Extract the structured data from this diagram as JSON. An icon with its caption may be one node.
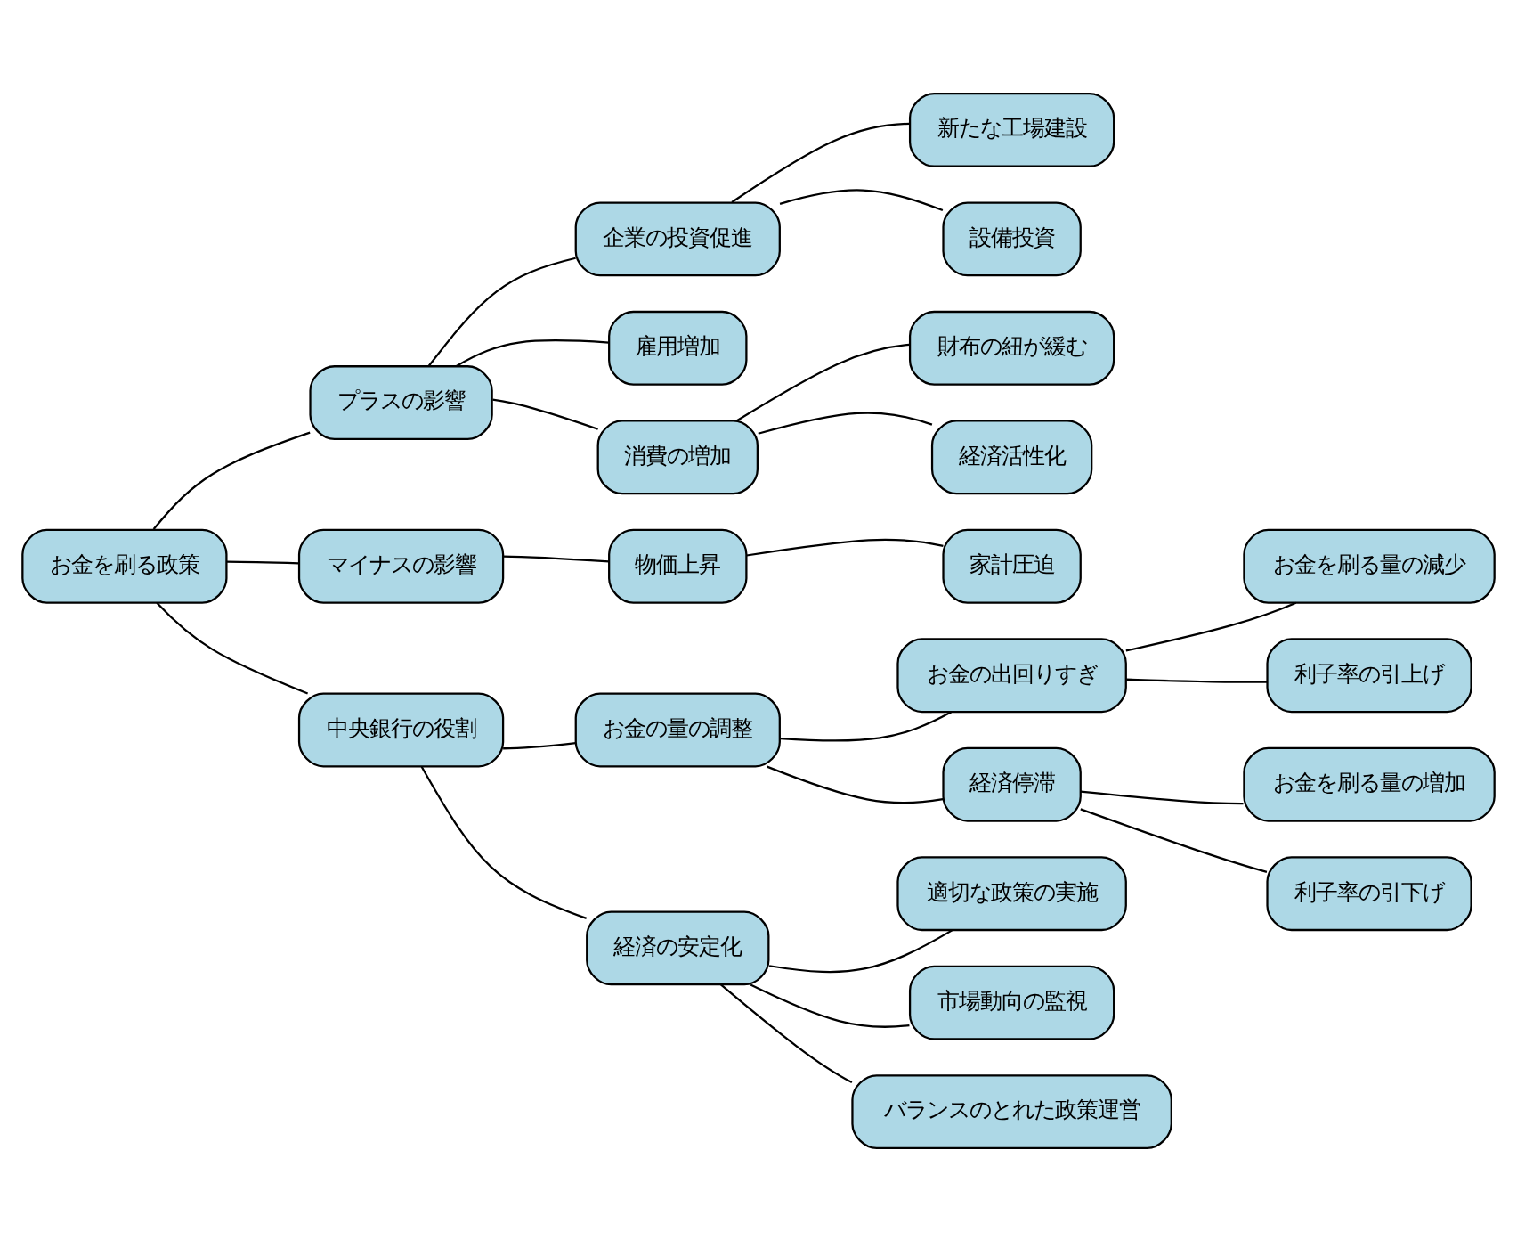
{
  "diagram": {
    "nodes": [
      {
        "text": [
          "お金を刷る政策"
        ]
      },
      {
        "text": [
          "プラスの影響"
        ]
      },
      {
        "text": [
          "企業の投資促進"
        ]
      },
      {
        "text": [
          "新たな工場建設"
        ]
      },
      {
        "text": [
          "設備投資"
        ]
      },
      {
        "text": [
          "雇用増加"
        ]
      },
      {
        "text": [
          "消費の増加"
        ]
      },
      {
        "text": [
          "財布の紐が緩む"
        ]
      },
      {
        "text": [
          "経済活性化"
        ]
      },
      {
        "text": [
          "マイナスの影響"
        ]
      },
      {
        "text": [
          "物価上昇"
        ]
      },
      {
        "text": [
          "家計圧迫"
        ]
      },
      {
        "text": [
          "中央銀行の役割"
        ]
      },
      {
        "text": [
          "お金の量の調整"
        ]
      },
      {
        "text": [
          "お金の出回りすぎ"
        ]
      },
      {
        "text": [
          "お金を刷る量の減少"
        ]
      },
      {
        "text": [
          "利子率の引上げ"
        ]
      },
      {
        "text": [
          "経済停滞"
        ]
      },
      {
        "text": [
          "お金を刷る量の増加"
        ]
      },
      {
        "text": [
          "利子率の引下げ"
        ]
      },
      {
        "text": [
          "経済の安定化"
        ]
      },
      {
        "text": [
          "適切な政策の実施"
        ]
      },
      {
        "text": [
          "市場動向の監視"
        ]
      },
      {
        "text": [
          "バランスのとれた政策運営"
        ]
      }
    ],
    "edges": [
      {
        "from": 0,
        "to": 1,
        "arrow": "none"
      },
      {
        "from": 1,
        "to": 2,
        "arrow": "none"
      },
      {
        "from": 2,
        "to": 3,
        "arrow": "none"
      },
      {
        "from": 2,
        "to": 4,
        "arrow": "none"
      },
      {
        "from": 1,
        "to": 5,
        "arrow": "none"
      },
      {
        "from": 1,
        "to": 6,
        "arrow": "none"
      },
      {
        "from": 6,
        "to": 7,
        "arrow": "none"
      },
      {
        "from": 6,
        "to": 8,
        "arrow": "none"
      },
      {
        "from": 0,
        "to": 9,
        "arrow": "none"
      },
      {
        "from": 9,
        "to": 10,
        "arrow": "none"
      },
      {
        "from": 10,
        "to": 11,
        "arrow": "none"
      },
      {
        "from": 0,
        "to": 12,
        "arrow": "none"
      },
      {
        "from": 12,
        "to": 13,
        "arrow": "none"
      },
      {
        "from": 13,
        "to": 14,
        "arrow": "none"
      },
      {
        "from": 14,
        "to": 15,
        "arrow": "none"
      },
      {
        "from": 14,
        "to": 16,
        "arrow": "none"
      },
      {
        "from": 13,
        "to": 17,
        "arrow": "none"
      },
      {
        "from": 17,
        "to": 18,
        "arrow": "none"
      },
      {
        "from": 17,
        "to": 19,
        "arrow": "none"
      },
      {
        "from": 12,
        "to": 20,
        "arrow": "none"
      },
      {
        "from": 20,
        "to": 21,
        "arrow": "none"
      },
      {
        "from": 20,
        "to": 22,
        "arrow": "none"
      },
      {
        "from": 20,
        "to": 23,
        "arrow": "none"
      }
    ]
  }
}
